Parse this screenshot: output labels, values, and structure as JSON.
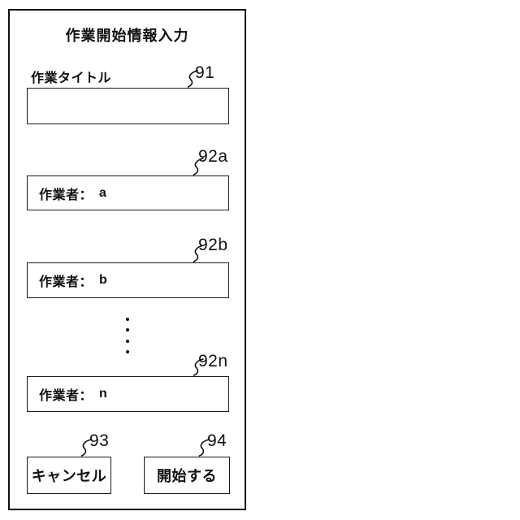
{
  "figure": {
    "dialog_title": "作業開始情報入力",
    "work_title": {
      "ref": "91",
      "label": "作業タイトル",
      "value": ""
    },
    "workers": [
      {
        "ref": "92a",
        "label": "作業者：",
        "value": "a"
      },
      {
        "ref": "92b",
        "label": "作業者：",
        "value": "b"
      },
      {
        "ref": "92n",
        "label": "作業者：",
        "value": "n"
      }
    ],
    "buttons": {
      "cancel": {
        "ref": "93",
        "label": "キャンセル"
      },
      "start": {
        "ref": "94",
        "label": "開始する"
      }
    },
    "colors": {
      "ink": "#111111",
      "background": "#ffffff"
    }
  }
}
